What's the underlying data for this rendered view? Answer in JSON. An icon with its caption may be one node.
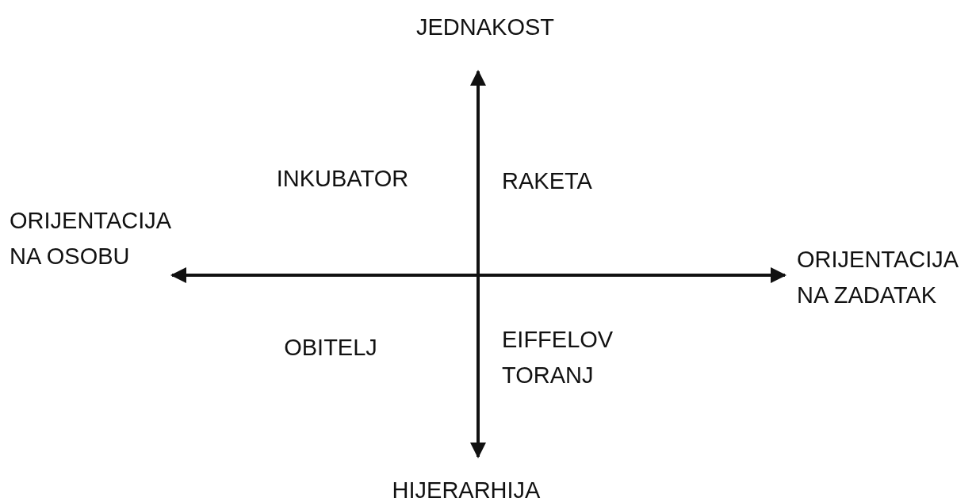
{
  "diagram": {
    "labels": [
      "JEDNAKOST",
      "INKUBATOR",
      "RAKETA",
      "ORIJENTACIJA NA OSOBU",
      "ORIJENTACIJA NA ZADATAK",
      "OBITELJ",
      "EIFFELOV TORANJ",
      "HIJERARHIJA"
    ]
  }
}
